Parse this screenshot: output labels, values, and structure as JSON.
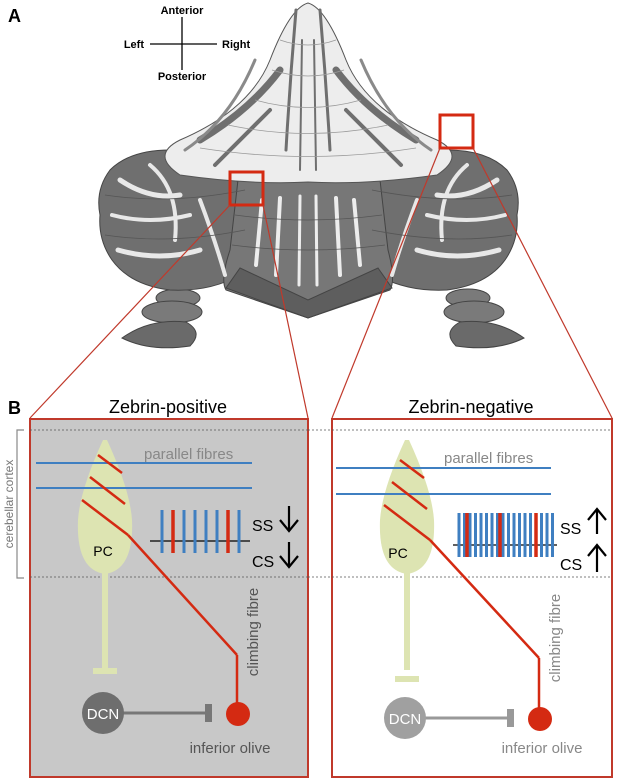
{
  "panel_a": {
    "label": "A",
    "compass": {
      "anterior": "Anterior",
      "posterior": "Posterior",
      "left": "Left",
      "right": "Right"
    }
  },
  "panel_b": {
    "label": "B",
    "side_label": "cerebellar cortex",
    "positive": {
      "title": "Zebrin-positive",
      "parallel_fibres": "parallel fibres",
      "pc": "PC",
      "ss": "SS",
      "cs": "CS",
      "climbing_fibre": "climbing fibre",
      "dcn": "DCN",
      "olive": "inferior olive"
    },
    "negative": {
      "title": "Zebrin-negative",
      "parallel_fibres": "parallel fibres",
      "pc": "PC",
      "ss": "SS",
      "cs": "CS",
      "climbing_fibre": "climbing fibre",
      "dcn": "DCN",
      "olive": "inferior olive"
    }
  },
  "colors": {
    "red": "#d42a12",
    "blue": "#3f7fc1",
    "pc_fill": "#dde4b2",
    "zebrin_pos_bg": "#c8c8c8",
    "cerebellum_dark": "#6e6e6e",
    "cerebellum_light": "#ececec"
  }
}
